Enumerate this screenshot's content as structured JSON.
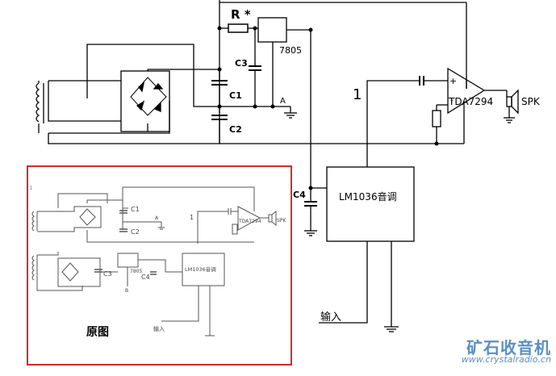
{
  "main_schematic": {
    "resistor_label": "R *",
    "regulator_label": "7805",
    "cap_c1": "C1",
    "cap_c2": "C2",
    "cap_c3": "C3",
    "cap_c4": "C4",
    "ground_point_a": "A",
    "input_pin_label": "1",
    "amp_label": "TDA7294",
    "amp_plus": "+",
    "amp_minus": "-",
    "speaker_label": "SPK",
    "tone_block_label": "LM1036音调",
    "input_label": "输入"
  },
  "inset_original": {
    "caption": "原图",
    "cap_c1": "C1",
    "cap_c2": "C2",
    "cap_c3": "C3",
    "cap_c4": "C4",
    "ground_a": "A",
    "ground_b": "B",
    "input_pin_label": "1",
    "amp_label": "TDA7294",
    "speaker_label": "SPK",
    "regulator_label": "7805",
    "tone_block_label": "LM1036音调",
    "input_label": "输入",
    "corner_mark": "1"
  },
  "watermark": {
    "text": "矿石收音机",
    "url": "www.crystalradio.cn",
    "color": "#5a8fc4"
  },
  "colors": {
    "wire": "#000000",
    "frame": "#d42a2a",
    "inset_wire": "#555555"
  }
}
